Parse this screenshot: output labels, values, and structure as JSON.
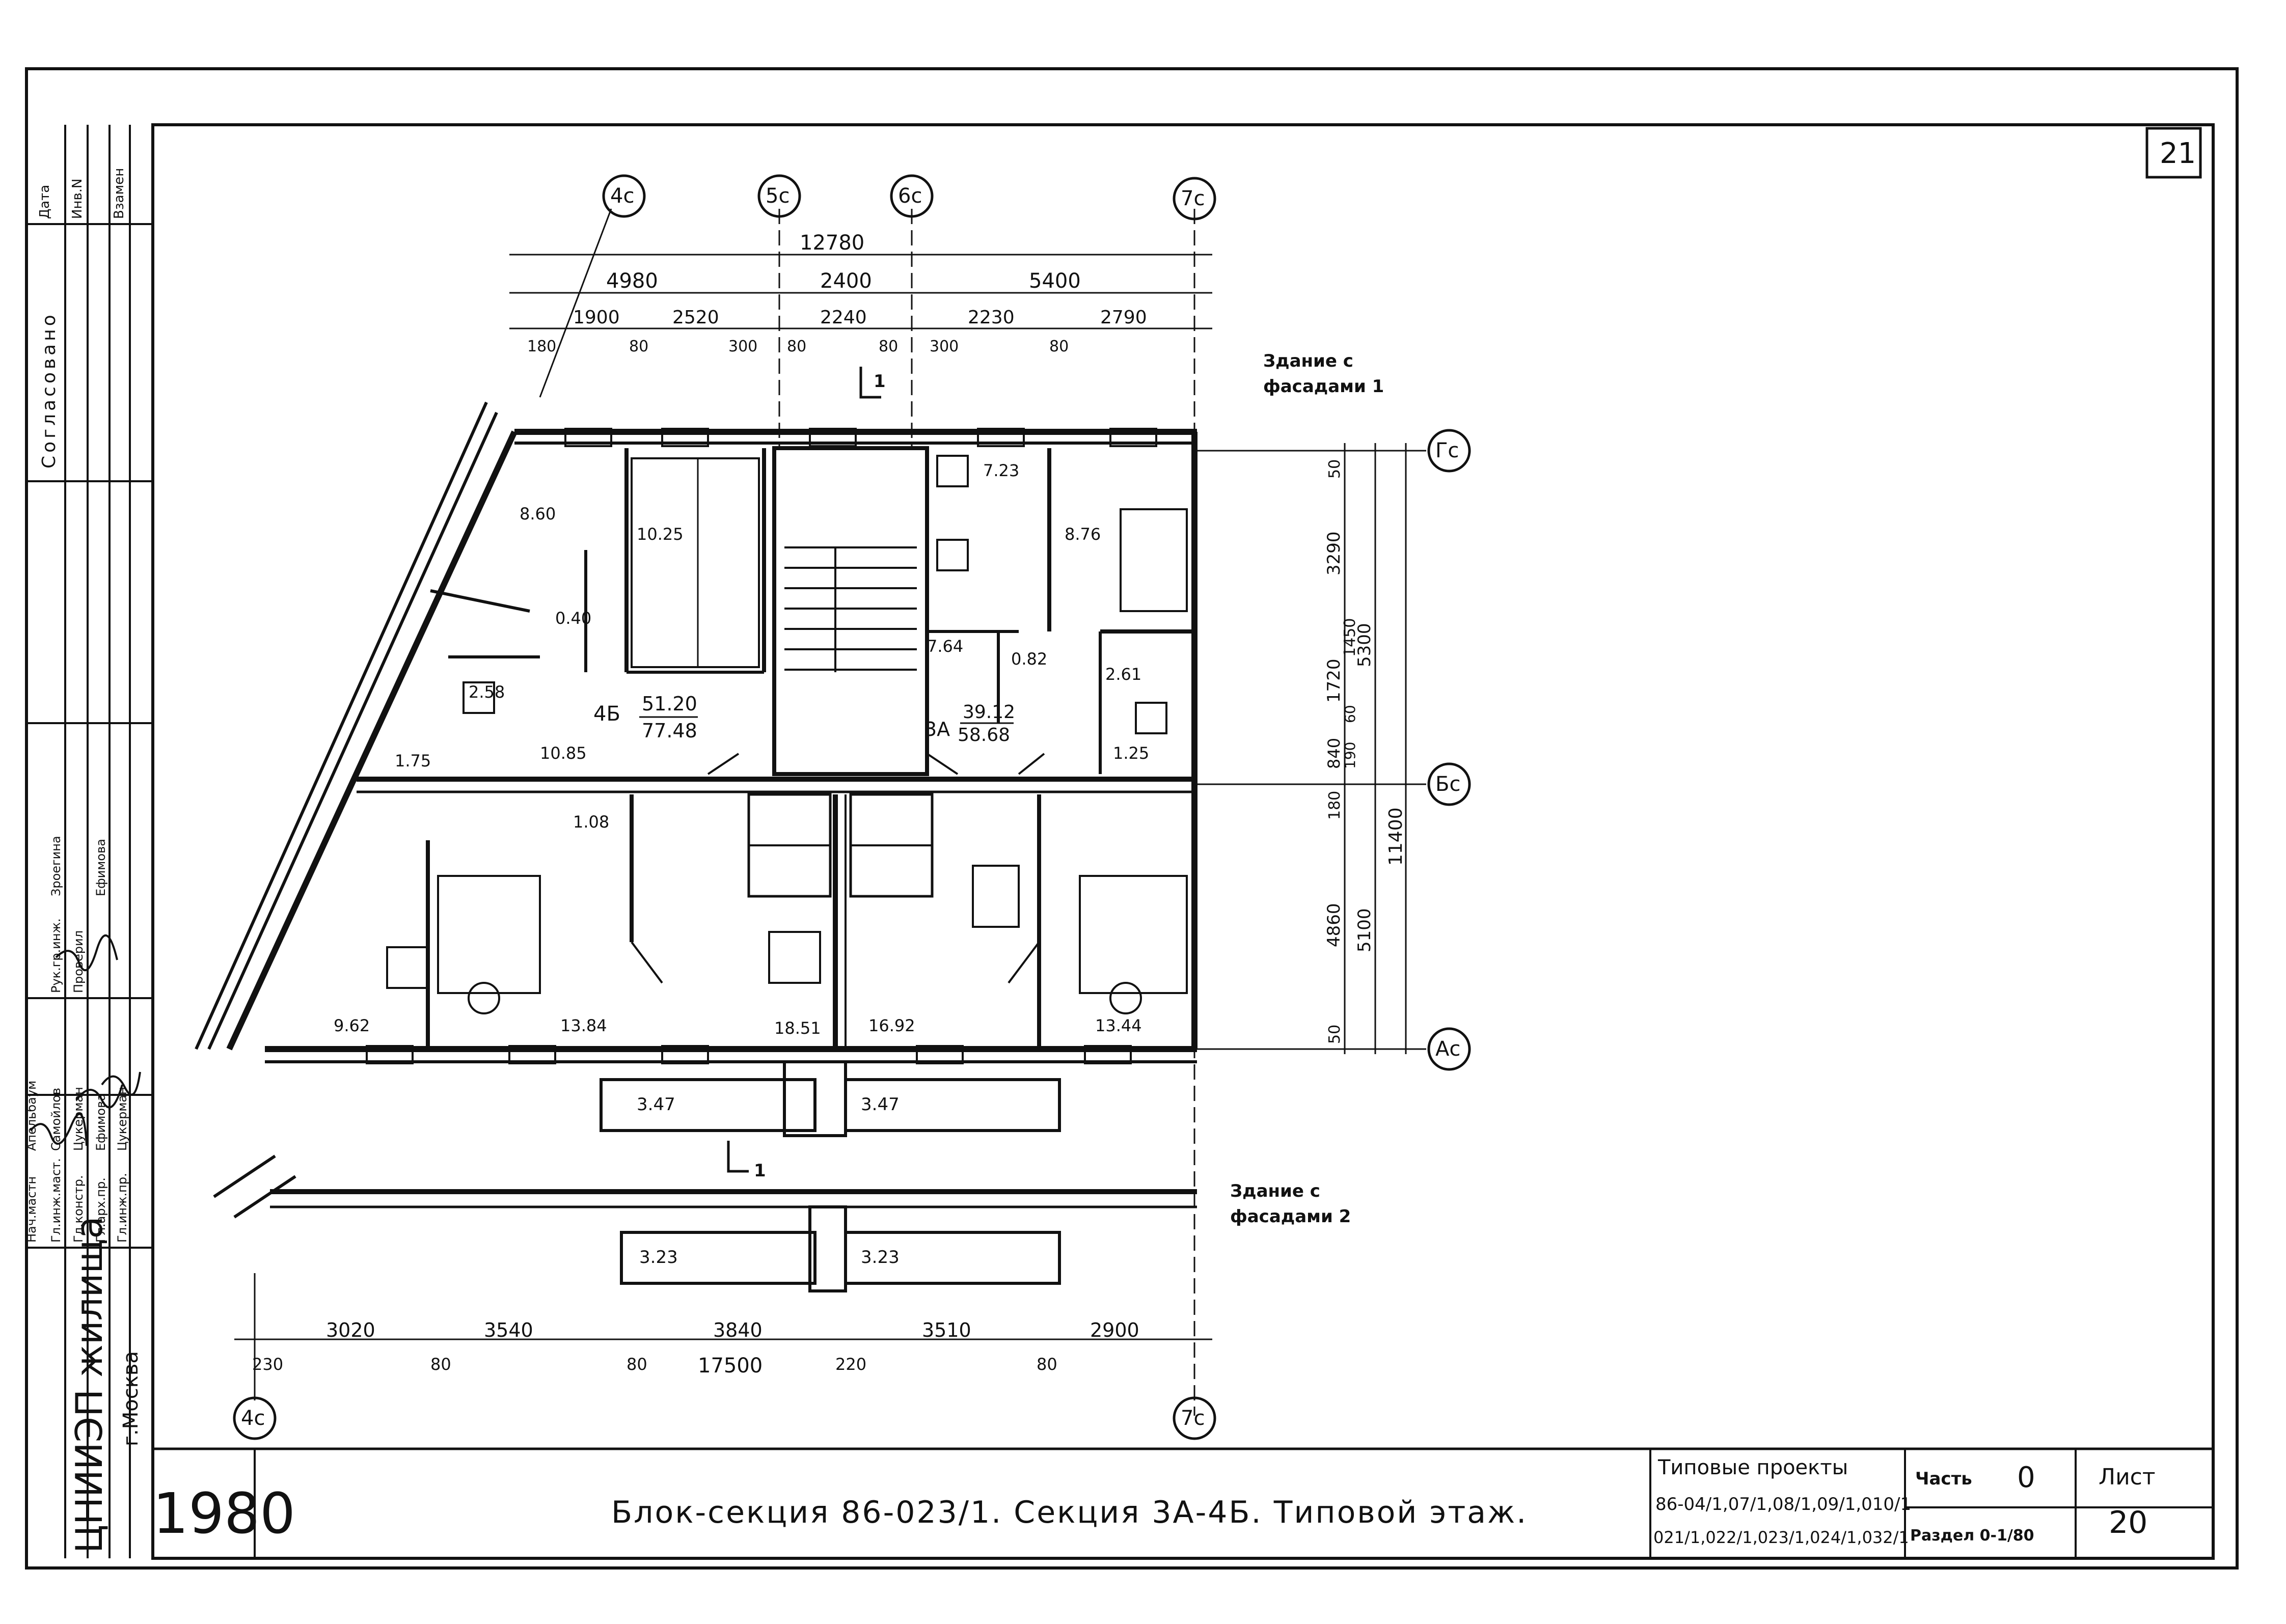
{
  "sheet": {
    "sheet_number_top": "21",
    "approval_label": "Согласовано",
    "side_columns": [
      "Дата",
      "Инв.N",
      "Взамен"
    ],
    "staff": [
      {
        "role": "Нач.мастн",
        "name": "Апельбаум"
      },
      {
        "role": "Гл.инж.маст.",
        "name": "Самойлов"
      },
      {
        "role": "Гл.констр.",
        "name": "Цукерман"
      },
      {
        "role": "Гл.арх.пр.",
        "name": "Ефимова"
      },
      {
        "role": "Гл.инж.пр.",
        "name": "Цукерман"
      },
      {
        "role": "Рук.гр.инж.",
        "name": "Зроегина"
      },
      {
        "role": "Проверил",
        "name": "Ефимова"
      }
    ],
    "org_name": "ЦНИИЭП жилища",
    "city": "г.Москва",
    "year": "1980",
    "title": "Блок-секция 86-023/1. Секция 3А-4Б. Типовой этаж.",
    "typical_projects_label": "Типовые проекты",
    "projects_line1": "86-04/1,07/1,08/1,09/1,010/1",
    "projects_line2": "021/1,022/1,023/1,024/1,032/1",
    "part_label": "Часть",
    "part_value": "0",
    "section_label": "Раздел 0-1/80",
    "sheet_label": "Лист",
    "sheet_value": "20"
  },
  "plan": {
    "axes": {
      "a4c": "4с",
      "a5c": "5с",
      "a6c": "6с",
      "a7c": "7с",
      "gc": "Гс",
      "bc": "Бс",
      "ac": "Ас"
    },
    "building1_line1": "Здание с",
    "building1_line2": "фасадами 1",
    "building2_line1": "Здание с",
    "building2_line2": "фасадами 2",
    "section_mark": "1",
    "apt_4b": {
      "label": "4Б",
      "living": "51.20",
      "total": "77.48"
    },
    "apt_3a": {
      "label": "3А",
      "living": "39.12",
      "total": "58.68"
    },
    "rooms": [
      "8.60",
      "10.25",
      "7.23",
      "8.76",
      "0.40",
      "2.58",
      "7.64",
      "0.82",
      "2.61",
      "1.75",
      "10.85",
      "1.25",
      "1.08",
      "9.62",
      "13.84",
      "18.51",
      "16.92",
      "13.44"
    ],
    "loggias": [
      "3.47",
      "3.47",
      "3.23",
      "3.23"
    ],
    "dims_top_total": "12780",
    "dims_top_mid": [
      "4980",
      "2400",
      "5400"
    ],
    "dims_top_detail": [
      "1900",
      "2520",
      "2240",
      "2230",
      "2790"
    ],
    "dims_top_small": [
      "180",
      "80",
      "300",
      "80",
      "80",
      "300",
      "80"
    ],
    "dims_bottom_main": [
      "3020",
      "3540",
      "3840",
      "3510",
      "2900"
    ],
    "dims_bottom_small": [
      "230",
      "80",
      "80",
      "17500",
      "220",
      "80"
    ],
    "dims_right_a": [
      "50",
      "3290",
      "1720",
      "840",
      "180",
      "4860",
      "50"
    ],
    "dims_right_b": [
      "1450",
      "60",
      "190"
    ],
    "dims_right_c": [
      "5300",
      "5100"
    ],
    "dims_right_total": "11400"
  }
}
